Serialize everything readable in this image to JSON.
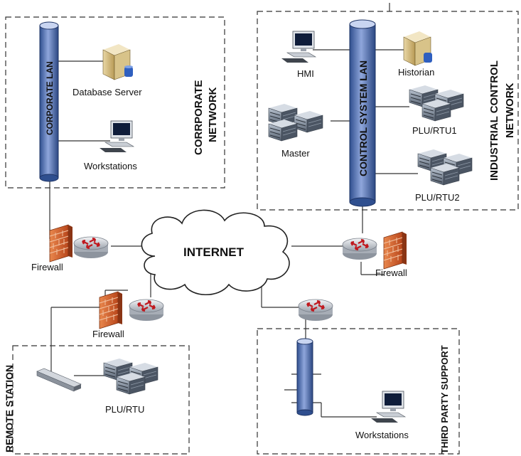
{
  "zones": {
    "corporate": {
      "title_line1": "CORRPORATE",
      "title_line2": "NETWORK"
    },
    "industrial": {
      "title_line1": "INDUSTRIAL CONTROL",
      "title_line2": "NETWORK"
    },
    "remote": {
      "title": "REMOTE STATION"
    },
    "third_party": {
      "title": "THIRD PARTY SUPPORT"
    }
  },
  "buses": {
    "corporate_lan": "CORPORATE LAN",
    "control_lan": "CONTROL SYSTEM LAN"
  },
  "internet": {
    "label": "INTERNET"
  },
  "devices": {
    "database_server": "Database Server",
    "corp_workstations": "Workstations",
    "hmi": "HMI",
    "historian": "Historian",
    "master": "Master",
    "plu_rtu1": "PLU/RTU1",
    "plu_rtu2": "PLU/RTU2",
    "remote_plu_rtu": "PLU/RTU",
    "tp_workstations": "Workstations"
  },
  "firewalls": {
    "corporate": "Firewall",
    "industrial": "Firewall",
    "remote": "Firewall"
  },
  "colors": {
    "bus": "#5b77b8",
    "firewall": "#d9622b",
    "router": "#c8ccd3",
    "server": "#7d8a9c"
  }
}
